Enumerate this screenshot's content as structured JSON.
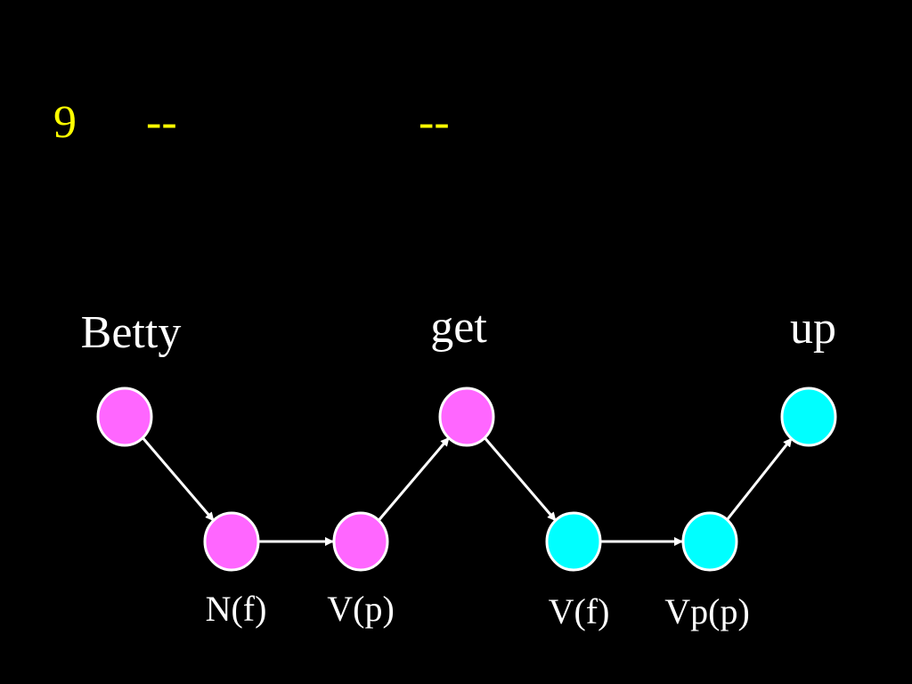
{
  "slide": {
    "background": "#000000",
    "title": {
      "number": "9",
      "dash_left": "--",
      "dash_right": "--",
      "color": "#ffff00"
    }
  },
  "diagram": {
    "text_color": "#ffffff",
    "edge_color": "#ffffff",
    "words": [
      "Betty",
      "get",
      "up"
    ],
    "tags": [
      "N(f)",
      "V(p)",
      "V(f)",
      "Vp(p)"
    ],
    "nodes": [
      {
        "id": "betty",
        "color": "#ff66ff"
      },
      {
        "id": "n-f",
        "color": "#ff66ff"
      },
      {
        "id": "v-p",
        "color": "#ff66ff"
      },
      {
        "id": "get",
        "color": "#ff66ff"
      },
      {
        "id": "v-f",
        "color": "#00ffff"
      },
      {
        "id": "vp-p",
        "color": "#00ffff"
      },
      {
        "id": "up",
        "color": "#00ffff"
      }
    ],
    "edges": [
      [
        "betty",
        "n-f"
      ],
      [
        "n-f",
        "v-p"
      ],
      [
        "v-p",
        "get"
      ],
      [
        "get",
        "v-f"
      ],
      [
        "v-f",
        "vp-p"
      ],
      [
        "vp-p",
        "up"
      ]
    ]
  }
}
